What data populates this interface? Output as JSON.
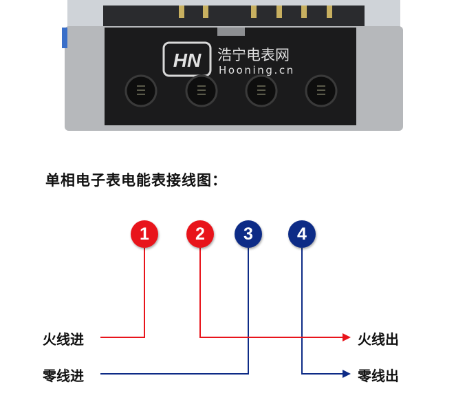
{
  "product": {
    "brand_cn": "浩宁电表网",
    "brand_url": "Hooning.cn",
    "logo_text": "HN",
    "terminal_count": 4
  },
  "diagram": {
    "title": "单相电子表电能表接线图：",
    "colors": {
      "live": "#e8141b",
      "neutral": "#0d2b86"
    },
    "terminals": [
      {
        "number": "1",
        "color": "#e8141b"
      },
      {
        "number": "2",
        "color": "#e8141b"
      },
      {
        "number": "3",
        "color": "#0d2b86"
      },
      {
        "number": "4",
        "color": "#0d2b86"
      }
    ],
    "labels": {
      "live_in": "火线进",
      "neutral_in": "零线进",
      "live_out": "火线出",
      "neutral_out": "零线出"
    }
  }
}
